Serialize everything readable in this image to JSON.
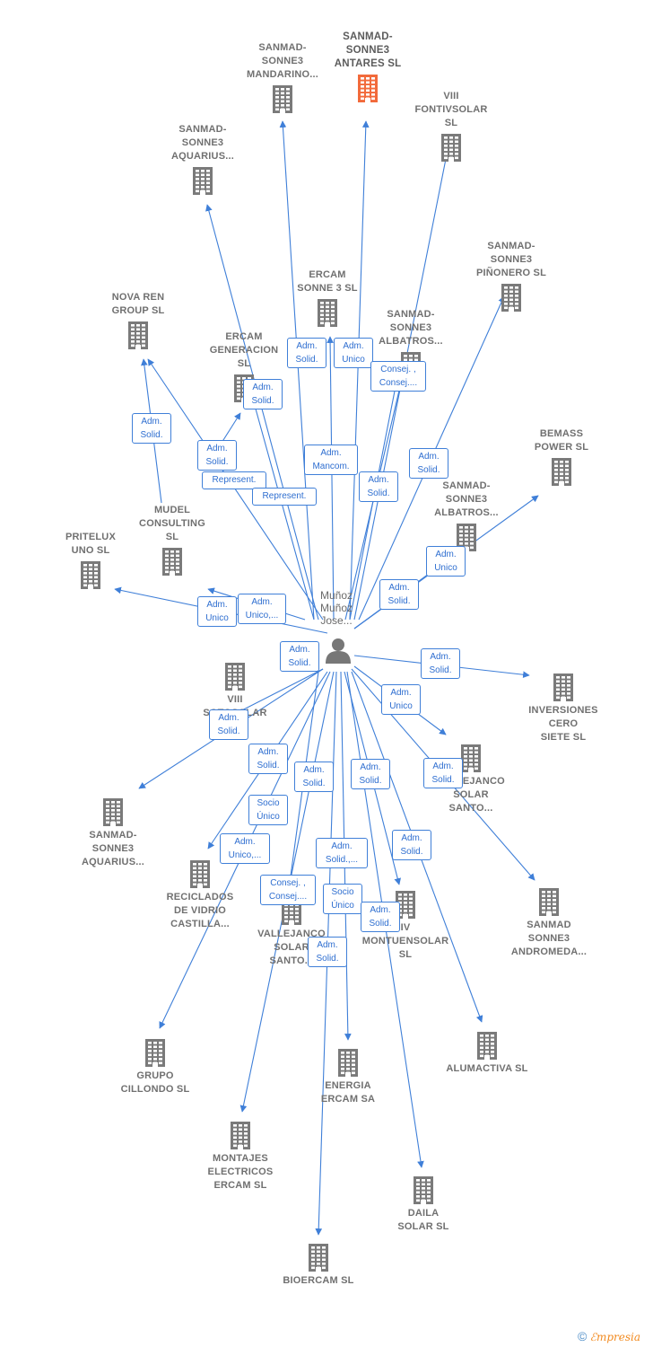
{
  "colors": {
    "edge": "#3f7fd8",
    "building": "#7a7a7a",
    "highlight": "#f26a3b",
    "person": "#777777"
  },
  "center": {
    "label": "Muñoz\nMuñoz\nJose..."
  },
  "companies": [
    {
      "id": "mandarino",
      "label": "SANMAD-\nSONNE3\nMANDARINO..."
    },
    {
      "id": "antares",
      "label": "SANMAD-\nSONNE3\nANTARES  SL",
      "highlight": true
    },
    {
      "id": "fontivsolar",
      "label": "VIII\nFONTIVSOLAR\nSL"
    },
    {
      "id": "aquarius1",
      "label": "SANMAD-\nSONNE3\nAQUARIUS..."
    },
    {
      "id": "pinonero",
      "label": "SANMAD-\nSONNE3\nPIÑONERO  SL"
    },
    {
      "id": "ercam3",
      "label": "ERCAM\nSONNE 3  SL"
    },
    {
      "id": "albatros1",
      "label": "SANMAD-\nSONNE3\nALBATROS..."
    },
    {
      "id": "novaren",
      "label": "NOVA REN\nGROUP  SL"
    },
    {
      "id": "ercamgen",
      "label": "ERCAM\nGENERACION\nSL"
    },
    {
      "id": "bemass",
      "label": "BEMASS\nPOWER  SL"
    },
    {
      "id": "albatros2",
      "label": "SANMAD-\nSONNE3\nALBATROS..."
    },
    {
      "id": "mudel",
      "label": "MUDEL\nCONSULTING\nSL"
    },
    {
      "id": "pritelux",
      "label": "PRITELUX\nUNO SL"
    },
    {
      "id": "sotosolar",
      "label": "VIII\nSOTOSOLAR"
    },
    {
      "id": "inversiones",
      "label": "INVERSIONES\nCERO\nSIETE  SL"
    },
    {
      "id": "vallejanco1",
      "label": "VALLEJANCO\nSOLAR\nSANTO..."
    },
    {
      "id": "aquarius2",
      "label": "SANMAD-\nSONNE3\nAQUARIUS..."
    },
    {
      "id": "reciclados",
      "label": "RECICLADOS\nDE VIDRIO\nCASTILLA..."
    },
    {
      "id": "vallejanco2",
      "label": "VALLEJANCO\nSOLAR\nSANTO..."
    },
    {
      "id": "montuensolar",
      "label": "IV\nMONTUENSOLAR\nSL"
    },
    {
      "id": "andromeda",
      "label": "SANMAD\nSONNE3\nANDROMEDA..."
    },
    {
      "id": "alumactiva",
      "label": "ALUMACTIVA SL"
    },
    {
      "id": "cillondo",
      "label": "GRUPO\nCILLONDO  SL"
    },
    {
      "id": "energia",
      "label": "ENERGIA\nERCAM SA"
    },
    {
      "id": "montajes",
      "label": "MONTAJES\nELECTRICOS\nERCAM SL"
    },
    {
      "id": "daila",
      "label": "DAILA\nSOLAR SL"
    },
    {
      "id": "bioercam",
      "label": "BIOERCAM SL"
    }
  ],
  "relations": [
    {
      "id": "r1",
      "label": "Adm.\nSolid."
    },
    {
      "id": "r2",
      "label": "Adm.\nUnico"
    },
    {
      "id": "r3",
      "label": "Consej. ,\nConsej...."
    },
    {
      "id": "r4",
      "label": "Adm.\nSolid."
    },
    {
      "id": "r5",
      "label": "Adm.\nSolid."
    },
    {
      "id": "r6",
      "label": "Adm.\nSolid."
    },
    {
      "id": "r7",
      "label": "Adm.\nMancom."
    },
    {
      "id": "r8",
      "label": "Represent."
    },
    {
      "id": "r9",
      "label": "Represent."
    },
    {
      "id": "r10",
      "label": "Adm.\nSolid."
    },
    {
      "id": "r11",
      "label": "Adm.\nSolid."
    },
    {
      "id": "r12",
      "label": "Adm.\nUnico"
    },
    {
      "id": "r13",
      "label": "Adm.\nSolid."
    },
    {
      "id": "r14",
      "label": "Adm.\nUnico"
    },
    {
      "id": "r15",
      "label": "Adm.\nUnico,..."
    },
    {
      "id": "r16",
      "label": "Adm.\nSolid."
    },
    {
      "id": "r17",
      "label": "Adm.\nSolid."
    },
    {
      "id": "r18",
      "label": "Adm.\nUnico"
    },
    {
      "id": "r19",
      "label": "Adm.\nSolid."
    },
    {
      "id": "r20",
      "label": "Adm.\nSolid."
    },
    {
      "id": "r21",
      "label": "Adm.\nSolid."
    },
    {
      "id": "r22",
      "label": "Adm.\nSolid."
    },
    {
      "id": "r23",
      "label": "Adm.\nSolid."
    },
    {
      "id": "r24",
      "label": "Socio\nÚnico"
    },
    {
      "id": "r25",
      "label": "Adm.\nUnico,..."
    },
    {
      "id": "r26",
      "label": "Adm.\nSolid.,..."
    },
    {
      "id": "r27",
      "label": "Adm.\nSolid."
    },
    {
      "id": "r28",
      "label": "Consej. ,\nConsej...."
    },
    {
      "id": "r29",
      "label": "Socio\nÚnico"
    },
    {
      "id": "r30",
      "label": "Adm.\nSolid."
    },
    {
      "id": "r31",
      "label": "Adm.\nSolid."
    }
  ],
  "footer": {
    "copyright": "©",
    "brand_e": "ℰ",
    "brand_rest": "mpresia"
  }
}
